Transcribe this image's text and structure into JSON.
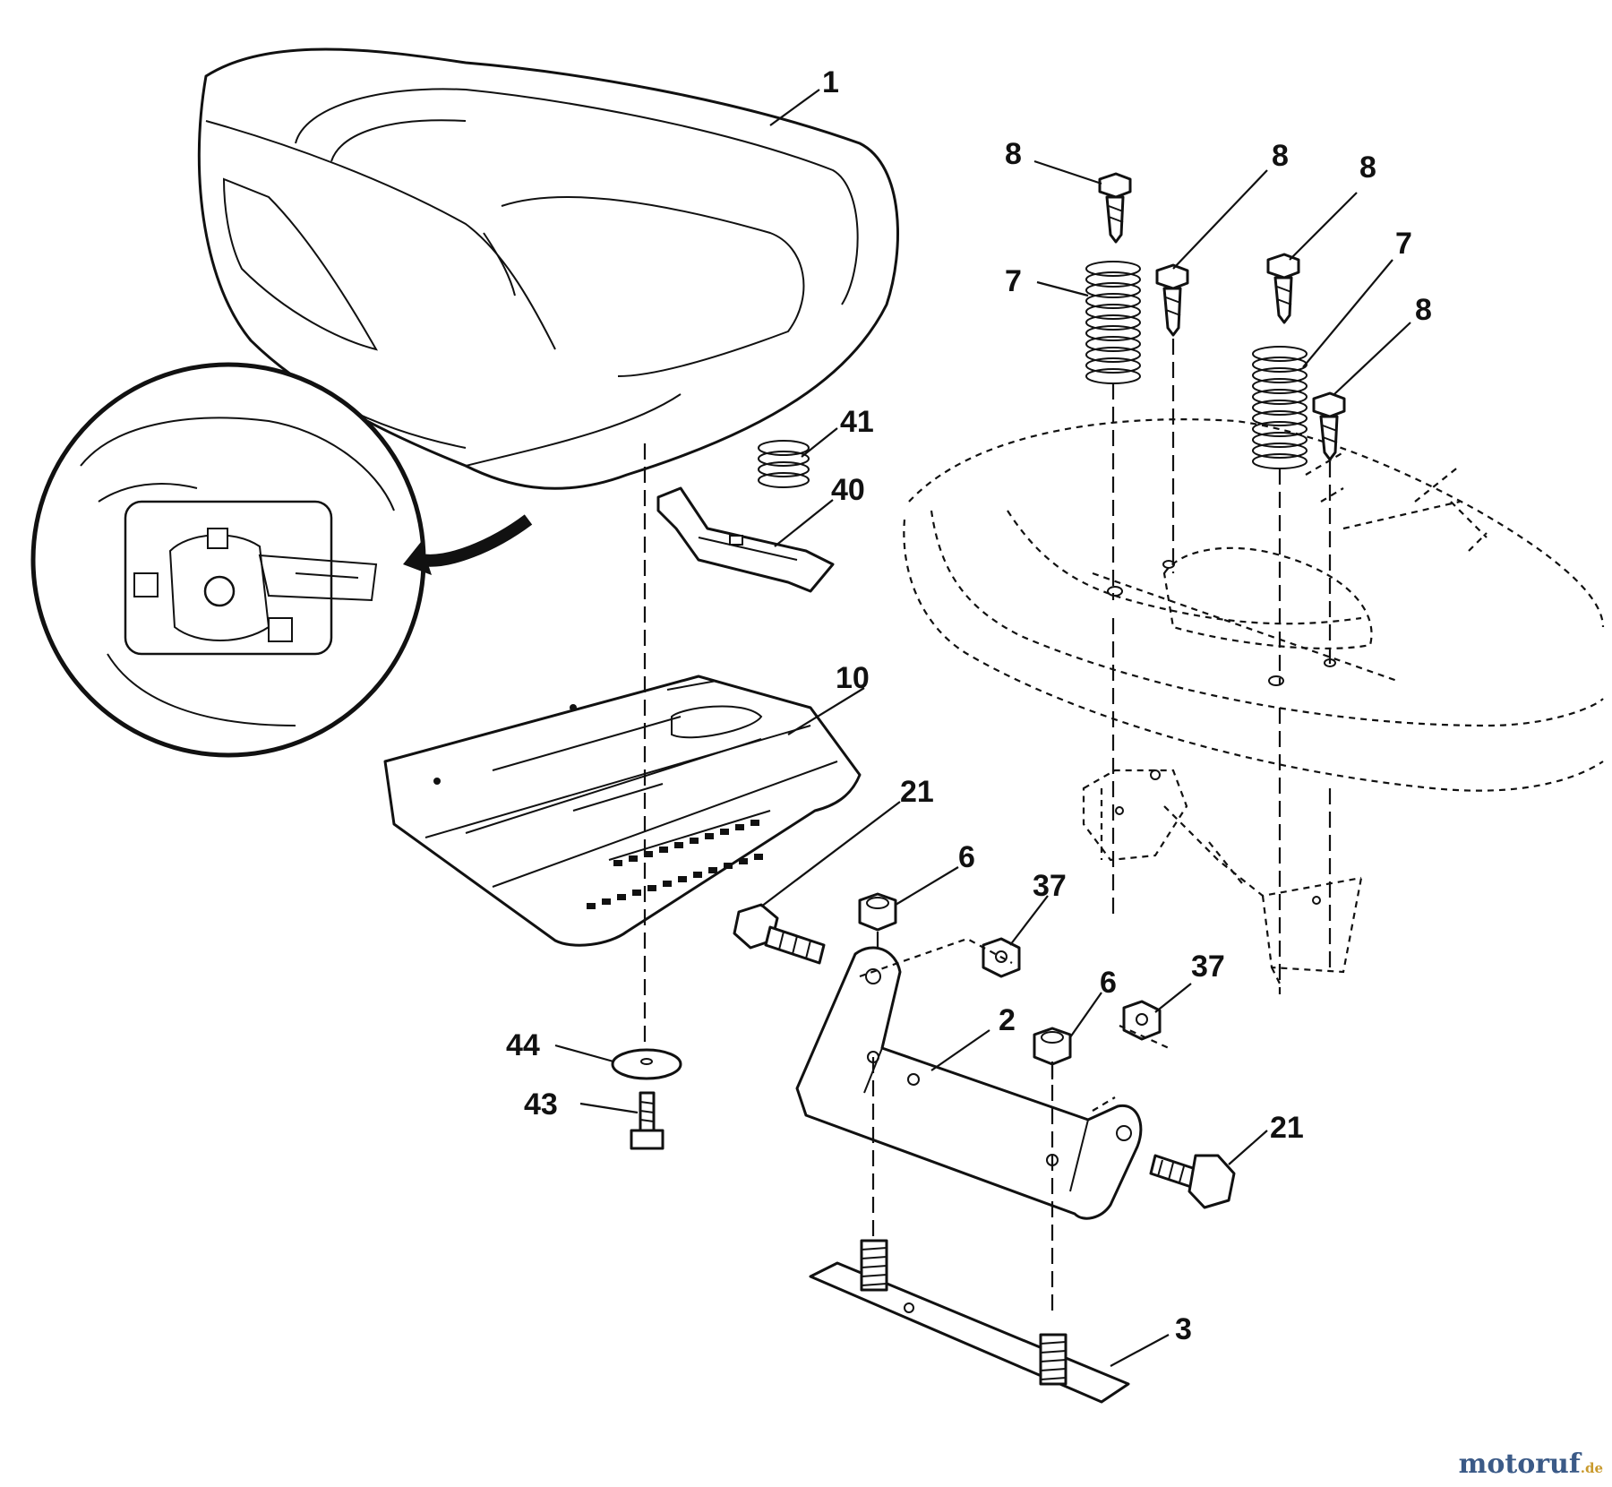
{
  "diagram": {
    "callouts": {
      "c1": "1",
      "c2": "2",
      "c3": "3",
      "c6a": "6",
      "c6b": "6",
      "c7a": "7",
      "c7b": "7",
      "c8a": "8",
      "c8b": "8",
      "c8c": "8",
      "c8d": "8",
      "c10": "10",
      "c21a": "21",
      "c21b": "21",
      "c37a": "37",
      "c37b": "37",
      "c40": "40",
      "c41": "41",
      "c43": "43",
      "c44": "44"
    }
  },
  "watermark": {
    "brand": "motoruf",
    "tld": ".de"
  }
}
